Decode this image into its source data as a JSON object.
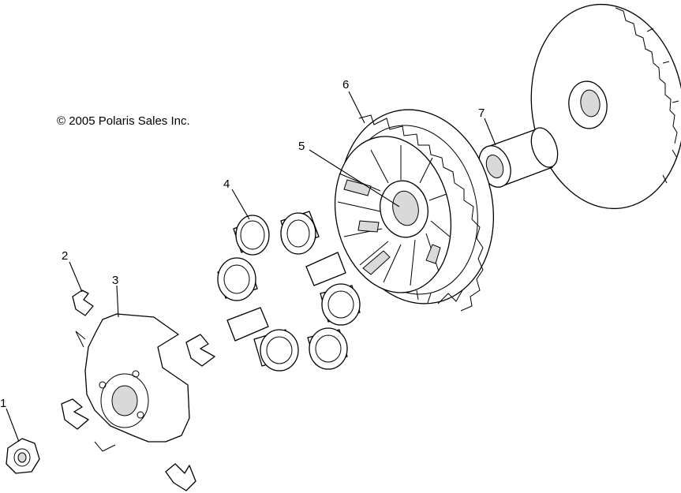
{
  "copyright": "© 2005 Polaris Sales Inc.",
  "callouts": [
    "1",
    "2",
    "3",
    "4",
    "5",
    "6",
    "7"
  ],
  "parts": [
    "nut-icon",
    "shoe-icon",
    "spider-icon",
    "roller-icon",
    "moveable-sheave-icon",
    "sheave-cover-icon",
    "bushing-icon",
    "fixed-sheave-icon"
  ]
}
